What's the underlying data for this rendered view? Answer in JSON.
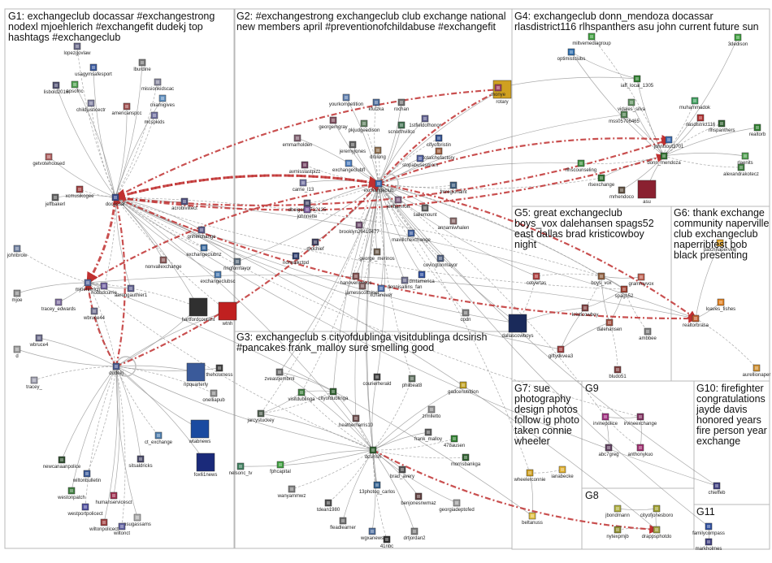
{
  "groups": [
    {
      "id": "g1",
      "label": "G1: exchangeclub docassar #exchangestrong nodexl mjoehlerich #exchangefit dudekj top hashtags #exchangeclub"
    },
    {
      "id": "g2",
      "label": "G2: #exchangestrong exchangeclub club exchange national new members april #preventionofchildabuse #exchangefit"
    },
    {
      "id": "g3",
      "label": "G3: exchangeclub s cityofdublinga visitdublinga dcsirish #pancakes frank_malloy sure smelling good"
    },
    {
      "id": "g4",
      "label": "G4: exchangeclub donn_mendoza docassar rlasdistrict116 rlhspanthers asu john current future sun"
    },
    {
      "id": "g5",
      "label": "G5: great exchangeclub boys_vox dalehansen spags52 east dallas brad kristicowboy night"
    },
    {
      "id": "g6",
      "label": "G6: thank exchange community naperville club exchangeclub naperribfest bob black presenting"
    },
    {
      "id": "g7",
      "label": "G7: sue photography design photos follow ig photo taken connie wheeler"
    },
    {
      "id": "g8",
      "label": "G8"
    },
    {
      "id": "g9",
      "label": "G9"
    },
    {
      "id": "g10",
      "label": "G10: firefighter congratulations jayde davis honored years fire person year exchange"
    },
    {
      "id": "g11",
      "label": "G11"
    }
  ],
  "nodes": [
    {
      "id": "docassar",
      "label": "docassar",
      "color": "#3a4a8a"
    },
    {
      "id": "mjoehlerich",
      "label": "mjoehlerich",
      "color": "#5a6aa0"
    },
    {
      "id": "dudekj",
      "label": "dudekj",
      "color": "#4a5a90"
    },
    {
      "id": "lopezgovlaw",
      "label": "lopezgovlaw",
      "color": "#6a6a8a"
    },
    {
      "id": "lburdine",
      "label": "lburdine",
      "color": "#7a7a7a"
    },
    {
      "id": "usagymsafesport",
      "label": "usagymsafesport",
      "color": "#3a5aa0"
    },
    {
      "id": "missionkidscac",
      "label": "missionkidscac",
      "color": "#8a8aa0"
    },
    {
      "id": "lisbold2016",
      "label": "lisbold2016",
      "color": "#505070"
    },
    {
      "id": "apsofnc",
      "label": "apsofnc",
      "color": "#50a050"
    },
    {
      "id": "childjusticectr",
      "label": "childjusticectr",
      "color": "#8080a0"
    },
    {
      "id": "americanspcc",
      "label": "americanspcc",
      "color": "#a05050"
    },
    {
      "id": "miamigives",
      "label": "miamigives",
      "color": "#6090c0"
    },
    {
      "id": "mcspkids",
      "label": "mcspkids",
      "color": "#7070a0"
    },
    {
      "id": "getvotehoused",
      "label": "getvotehoused",
      "color": "#b06060"
    },
    {
      "id": "jeffbakerl",
      "label": "jeffbakerl",
      "color": "#606060"
    },
    {
      "id": "xcmusikogee",
      "label": "xcmusikogee",
      "color": "#a04040"
    },
    {
      "id": "johnbrow",
      "label": "johnbrow",
      "color": "#7080a0"
    },
    {
      "id": "mjoe",
      "label": "mjoe",
      "color": "#909090"
    },
    {
      "id": "tracey_edwards",
      "label": "tracey_edwards",
      "color": "#8070a0"
    },
    {
      "id": "wbruce44",
      "label": "wbruce44",
      "color": "#707090"
    },
    {
      "id": "wbruce4",
      "label": "wbruce4",
      "color": "#6a6a8a"
    },
    {
      "id": "d",
      "label": "d",
      "color": "#a0a0a0"
    },
    {
      "id": "tracey_",
      "label": "tracey_",
      "color": "#a0a0b0"
    },
    {
      "id": "nobbdcurrie",
      "label": "nobbdcurrie",
      "color": "#7060a0"
    },
    {
      "id": "aarongauthier1",
      "label": "aarongauthier1",
      "color": "#606090"
    },
    {
      "id": "nonvallexchange",
      "label": "nonvallexchange",
      "color": "#8a5a5a"
    },
    {
      "id": "gnherchange",
      "label": "gnherchange",
      "color": "#5a5a8a"
    },
    {
      "id": "exchangeclubnz",
      "label": "exchangeclubnz",
      "color": "#3a6aa0"
    },
    {
      "id": "acrobiviltect",
      "label": "acrobiviltect",
      "color": "#505080"
    },
    {
      "id": "exchangeclubsc",
      "label": "exchangeclubsc",
      "color": "#4a7ab0"
    },
    {
      "id": "hartfordcourant",
      "label": "hartfordcourant",
      "color": "#303030"
    },
    {
      "id": "wtnh",
      "label": "wtnh",
      "color": "#c02020"
    },
    {
      "id": "npquarterly",
      "label": "npquarterly",
      "color": "#3a5a9a"
    },
    {
      "id": "thehourness",
      "label": "thehourness",
      "color": "#404040"
    },
    {
      "id": "onelliapub",
      "label": "onelliapub",
      "color": "#909090"
    },
    {
      "id": "wtabnews",
      "label": "wtabnews",
      "color": "#1a4aa0"
    },
    {
      "id": "fox61news",
      "label": "fox61news",
      "color": "#1a2a7a"
    },
    {
      "id": "ct_exchange",
      "label": "ct_exchange",
      "color": "#5080b0"
    },
    {
      "id": "sitsaldricks",
      "label": "sitsaldricks",
      "color": "#4a4a6a"
    },
    {
      "id": "newcanaanpolice",
      "label": "newcanaanpolice",
      "color": "#305030"
    },
    {
      "id": "wiltonbulletin",
      "label": "wiltonbulletin",
      "color": "#3a5a9a"
    },
    {
      "id": "westonpatch",
      "label": "westonpatch",
      "color": "#408040"
    },
    {
      "id": "humanservicesct",
      "label": "humanservicesct",
      "color": "#a03050"
    },
    {
      "id": "westportpolicect",
      "label": "westportpolicect",
      "color": "#5050a0"
    },
    {
      "id": "wiltonpolicect",
      "label": "wiltonpolicect",
      "color": "#a04040"
    },
    {
      "id": "nsugassams",
      "label": "nsugassams",
      "color": "#b0b0b0"
    },
    {
      "id": "wiltonct",
      "label": "wiltonct",
      "color": "#6060a0"
    },
    {
      "id": "exchangeclub",
      "label": "exchangeclub",
      "color": "#3a6ab0"
    },
    {
      "id": "rotary",
      "label": "rotary",
      "color": "#d0a020"
    },
    {
      "id": "yourkompetition",
      "label": "yourkompetition",
      "color": "#6080b0"
    },
    {
      "id": "kfutzka",
      "label": "kfutzka",
      "color": "#5070a0"
    },
    {
      "id": "rochan",
      "label": "rochan",
      "color": "#707070"
    },
    {
      "id": "georgemgray",
      "label": "georgemgray",
      "color": "#805060"
    },
    {
      "id": "pkjudgeedison",
      "label": "pkjudgeedison",
      "color": "#608060"
    },
    {
      "id": "1stfieldofhonor",
      "label": "1stfieldofhonor",
      "color": "#606090"
    },
    {
      "id": "scnorthvillco",
      "label": "scnorthvillco",
      "color": "#407050"
    },
    {
      "id": "cityofbristin",
      "label": "cityofbristin",
      "color": "#305090"
    },
    {
      "id": "emmarholden",
      "label": "emmarholden",
      "color": "#806070"
    },
    {
      "id": "jeremyjones",
      "label": "jeremyjones",
      "color": "#606060"
    },
    {
      "id": "dmlong",
      "label": "dmlong",
      "color": "#907050"
    },
    {
      "id": "stopabusesmom",
      "label": "stopabusesmom",
      "color": "#5060a0"
    },
    {
      "id": "totalchefactory",
      "label": "totalchefactory",
      "color": "#a06040"
    },
    {
      "id": "avmisslastpizz",
      "label": "avmisslastpizz",
      "color": "#704060"
    },
    {
      "id": "carrie_l13",
      "label": "carrie_l13",
      "color": "#7070a0"
    },
    {
      "id": "exchangeclubfl",
      "label": "exchangeclubfl",
      "color": "#5080c0"
    },
    {
      "id": "fmregionalnt",
      "label": "fmregionalnt",
      "color": "#406080"
    },
    {
      "id": "jenharmon",
      "label": "jenharmon",
      "color": "#806080"
    },
    {
      "id": "saliemount",
      "label": "saliemount",
      "color": "#606060"
    },
    {
      "id": "dbeiger10712125",
      "label": "dbeiger10712125",
      "color": "#505070"
    },
    {
      "id": "johnnette",
      "label": "johnnette",
      "color": "#8060a0"
    },
    {
      "id": "annamiwhalen",
      "label": "annamiwhalen",
      "color": "#8a6a6a"
    },
    {
      "id": "brooklyn26419477",
      "label": "brooklyn26419477",
      "color": "#705070"
    },
    {
      "id": "rpdchief",
      "label": "rpdchief",
      "color": "#404060"
    },
    {
      "id": "mavillchexchange",
      "label": "mavillchexchange",
      "color": "#4060a0"
    },
    {
      "id": "norwalkctpd",
      "label": "norwalkctpd",
      "color": "#304070"
    },
    {
      "id": "george_merinos",
      "label": "george_merinos",
      "color": "#706050"
    },
    {
      "id": "ringformayor",
      "label": "ringformayor",
      "color": "#607080"
    },
    {
      "id": "covingtonmayor",
      "label": "covingtonmayor",
      "color": "#506080"
    },
    {
      "id": "hanovermilnos",
      "label": "hanovermilnos",
      "color": "#805050"
    },
    {
      "id": "dmtamerica",
      "label": "dmtamerica",
      "color": "#3050a0"
    },
    {
      "id": "jamesscottsiner",
      "label": "jamesscottsiner",
      "color": "#806060"
    },
    {
      "id": "dennisallins_fan",
      "label": "dennisallins_fan",
      "color": "#707090"
    },
    {
      "id": "xchanover",
      "label": "xchanover",
      "color": "#5070b0"
    },
    {
      "id": "cpdn",
      "label": "cpdn",
      "color": "#808080"
    },
    {
      "id": "monye",
      "label": "monye",
      "color": "#a04060"
    },
    {
      "id": "iaff_local_1305",
      "label": "iaff_local_1305",
      "color": "#308030"
    },
    {
      "id": "miltvemediagroup",
      "label": "miltvemediagroup",
      "color": "#40a040"
    },
    {
      "id": "optimistclubs",
      "label": "optimistclubs",
      "color": "#3070b0"
    },
    {
      "id": "rlasdistrict116",
      "label": "rlasdistrict116",
      "color": "#b03030"
    },
    {
      "id": "rlhspanthers",
      "label": "rlhspanthers",
      "color": "#306030"
    },
    {
      "id": "donn_mendoza",
      "label": "donn_mendoza",
      "color": "#307030"
    },
    {
      "id": "johntrout3701",
      "label": "johntrout3701",
      "color": "#3a6ab0"
    },
    {
      "id": "asu",
      "label": "asu",
      "color": "#8a2030"
    },
    {
      "id": "vidales_silva",
      "label": "vidales_silva",
      "color": "#609060"
    },
    {
      "id": "muhammadok",
      "label": "muhammadok",
      "color": "#40a060"
    },
    {
      "id": "realtorb",
      "label": "realtorb",
      "color": "#308030"
    },
    {
      "id": "mss05706465",
      "label": "mss05706465",
      "color": "#508050"
    },
    {
      "id": "rihscounseling",
      "label": "rihscounseling",
      "color": "#409040"
    },
    {
      "id": "rlsexchange",
      "label": "rlsexchange",
      "color": "#307030"
    },
    {
      "id": "mrhendoco",
      "label": "mrhendoco",
      "color": "#605040"
    },
    {
      "id": "alexandrakotecz",
      "label": "alexandrakotecz",
      "color": "#408040"
    },
    {
      "id": "rlaenits",
      "label": "rlaenits",
      "color": "#50a050"
    },
    {
      "id": "3dedison",
      "label": "3dedison",
      "color": "#40a040"
    },
    {
      "id": "cotyertas",
      "label": "cotyertas",
      "color": "#b04040"
    },
    {
      "id": "boys_vox",
      "label": "boys_vox",
      "color": "#906040"
    },
    {
      "id": "spags52",
      "label": "spags52",
      "color": "#a04030"
    },
    {
      "id": "grammyvox",
      "label": "grammyvox",
      "color": "#c06050"
    },
    {
      "id": "kristicowboy",
      "label": "kristicowboy",
      "color": "#804040"
    },
    {
      "id": "dalehansen",
      "label": "dalehansen",
      "color": "#a05040"
    },
    {
      "id": "ambbee",
      "label": "ambbee",
      "color": "#808080"
    },
    {
      "id": "dallascowboys",
      "label": "dallascowboys",
      "color": "#1a2a5a"
    },
    {
      "id": "giftydkvea3",
      "label": "giftydkvea3",
      "color": "#a04040"
    },
    {
      "id": "bludo51",
      "label": "bludo51",
      "color": "#804040"
    },
    {
      "id": "patchnaperville",
      "label": "patchnaperville",
      "color": "#e0a020"
    },
    {
      "id": "loaves_fishes",
      "label": "loaves_fishes",
      "color": "#e08020"
    },
    {
      "id": "realtorbrasa",
      "label": "realtorbrasa",
      "color": "#c06030"
    },
    {
      "id": "aurellionaper",
      "label": "aurellionaper",
      "color": "#d09030"
    },
    {
      "id": "irvinepolice",
      "label": "irvinepolice",
      "color": "#a03080"
    },
    {
      "id": "irvineexchange",
      "label": "irvineexchange",
      "color": "#803060"
    },
    {
      "id": "abc7greg",
      "label": "abc7greg",
      "color": "#604060"
    },
    {
      "id": "anthonykuo",
      "label": "anthonykuo",
      "color": "#a03070"
    },
    {
      "id": "chieffeb",
      "label": "chieffeb",
      "color": "#404080"
    },
    {
      "id": "jbondmann",
      "label": "jbondmann",
      "color": "#b0b040"
    },
    {
      "id": "cityofjonesboro",
      "label": "cityofjonesboro",
      "color": "#a0a030"
    },
    {
      "id": "nytexpmjb",
      "label": "nytexpmjb",
      "color": "#909030"
    },
    {
      "id": "drappsphotdo",
      "label": "drappsphotdo",
      "color": "#a0a040"
    },
    {
      "id": "familycompass",
      "label": "familycompass",
      "color": "#3050a0"
    },
    {
      "id": "markholmes",
      "label": "markholmes",
      "color": "#404080"
    },
    {
      "id": "wheelerconnie",
      "label": "wheelerconnie",
      "color": "#d0a020"
    },
    {
      "id": "ianabecke",
      "label": "ianabecke",
      "color": "#e0b030"
    },
    {
      "id": "beltanuss",
      "label": "beltanuss",
      "color": "#e0c040"
    },
    {
      "id": "cityofdublinga",
      "label": "cityofdublinga",
      "color": "#306030"
    },
    {
      "id": "visitdublinga",
      "label": "visitdublinga",
      "color": "#408040"
    },
    {
      "id": "dcsirish",
      "label": "dcsirish",
      "color": "#306030"
    },
    {
      "id": "zveastjembrnl",
      "label": "zveastjembrnl",
      "color": "#707070"
    },
    {
      "id": "courierherald",
      "label": "courierherald",
      "color": "#404040"
    },
    {
      "id": "philbeat8",
      "label": "philbeat8",
      "color": "#607060"
    },
    {
      "id": "gadcenutrition",
      "label": "gadcenutrition",
      "color": "#c0a020"
    },
    {
      "id": "jarcystuckey",
      "label": "jarcystuckey",
      "color": "#506050"
    },
    {
      "id": "heatherharris10",
      "label": "heatherharris10",
      "color": "#705050"
    },
    {
      "id": "zrmlletto",
      "label": "zrmlletto",
      "color": "#909090"
    },
    {
      "id": "frank_malloy",
      "label": "frank_malloy",
      "color": "#606060"
    },
    {
      "id": "478ausen",
      "label": "478ausen",
      "color": "#308030"
    },
    {
      "id": "nelsonc_tv",
      "label": "nelsonc_tv",
      "color": "#408060"
    },
    {
      "id": "fphcapital",
      "label": "fphcapital",
      "color": "#40a040"
    },
    {
      "id": "wanyammwz",
      "label": "wanyammwz",
      "color": "#808080"
    },
    {
      "id": "13photog_carlos",
      "label": "13photog_carlos",
      "color": "#306090"
    },
    {
      "id": "brad_avery",
      "label": "brad_avery",
      "color": "#505050"
    },
    {
      "id": "morrisbankga",
      "label": "morrisbankga",
      "color": "#306030"
    },
    {
      "id": "benjonesnwmaz",
      "label": "benjonesnwmaz",
      "color": "#604040"
    },
    {
      "id": "georgiadeptofed",
      "label": "georgiadeptofed",
      "color": "#a0a0a0"
    },
    {
      "id": "tdean1980",
      "label": "tdean1980",
      "color": "#505050"
    },
    {
      "id": "fleadlearner",
      "label": "fleadlearner",
      "color": "#707070"
    },
    {
      "id": "wgxanews",
      "label": "wgxanews",
      "color": "#5070a0"
    },
    {
      "id": "41nbc",
      "label": "41nbc",
      "color": "#303030"
    },
    {
      "id": "drtjordan2",
      "label": "drtjordan2",
      "color": "#808080"
    }
  ],
  "colors": {
    "edge": "#8c8c8c",
    "strong_edge": "#c03030",
    "group_border": "#b8b8b8",
    "self_loop": "#c0c0c0"
  }
}
